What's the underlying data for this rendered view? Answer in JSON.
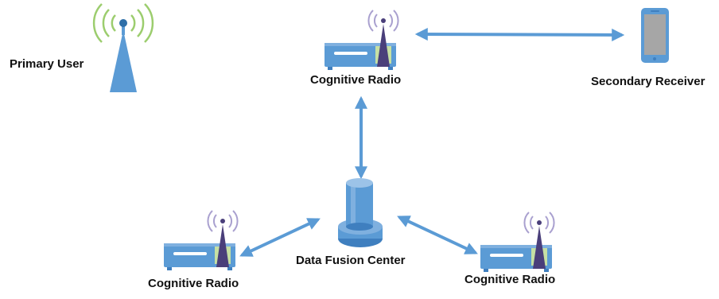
{
  "nodes": {
    "primary_user": "Primary User",
    "cognitive_radio_top": "Cognitive Radio",
    "secondary_receiver": "Secondary Receiver",
    "data_fusion_center": "Data Fusion Center",
    "cognitive_radio_left": "Cognitive Radio",
    "cognitive_radio_right": "Cognitive Radio"
  },
  "colors": {
    "arrow": "#5b9bd5",
    "device_body": "#5b9bd5",
    "antenna": "#4a3f7a",
    "primary_waves": "#9ccd6e",
    "radio_waves": "#a9a0cf",
    "phone_screen": "#a6a6a6"
  }
}
